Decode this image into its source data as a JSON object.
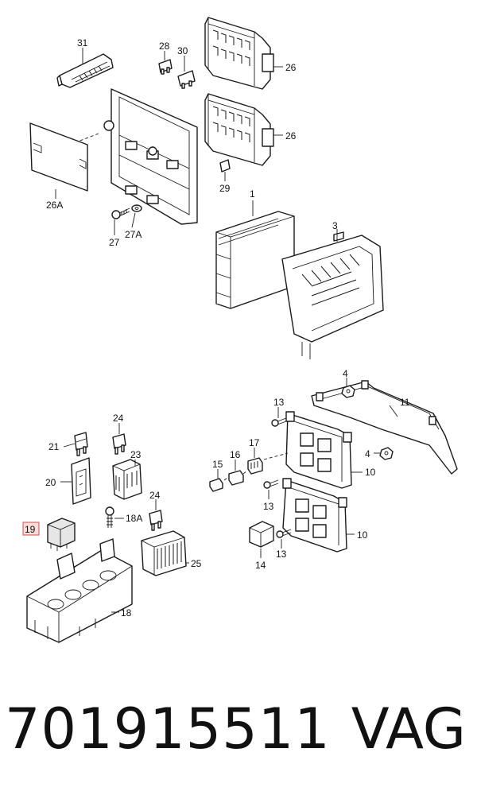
{
  "diagram": {
    "labels": {
      "l31": "31",
      "l28": "28",
      "l30": "30",
      "l26a": "26",
      "l26b": "26",
      "l26A": "26A",
      "l27": "27",
      "l27A": "27A",
      "l29": "29",
      "l1": "1",
      "l3": "3",
      "l4a": "4",
      "l4b": "4",
      "l11": "11",
      "l13a": "13",
      "l13b": "13",
      "l13c": "13",
      "l10a": "10",
      "l10b": "10",
      "l14": "14",
      "l15": "15",
      "l16": "16",
      "l17": "17",
      "l21": "21",
      "l24a": "24",
      "l23": "23",
      "l20": "20",
      "l19": "19",
      "l18A": "18A",
      "l24b": "24",
      "l25": "25",
      "l18": "18"
    }
  },
  "footer": {
    "part_number": "701915511",
    "brand": "VAG"
  }
}
